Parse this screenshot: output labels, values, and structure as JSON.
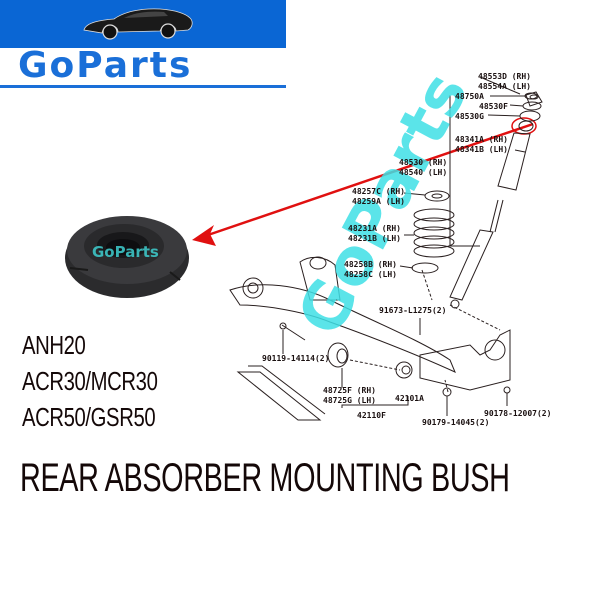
{
  "brand": {
    "name": "GoParts",
    "banner_color": "#0a66d4",
    "text_color": "#1a6fd8",
    "icon": "sports-car-icon"
  },
  "product": {
    "title": "REAR ABSORBER MOUNTING BUSH",
    "compatible_models": [
      "ANH20",
      "ACR30/MCR30",
      "ACR50/GSR50"
    ],
    "photo_watermark": "GoParts"
  },
  "diagram": {
    "watermark": "GoParts",
    "watermark_color": "#3fe0e6",
    "highlight_color": "#e01010",
    "part_labels": {
      "p48553": "48553D (RH)",
      "p48554": "48554A (LH)",
      "p48750": "48750A",
      "p48530f": "48530F",
      "p48530g": "48530G",
      "p48341a": "48341A (RH)",
      "p48341b": "48341B (LH)",
      "p48530": "48530 (RH)",
      "p48540": "48540 (LH)",
      "p48257": "48257C (RH)",
      "p48259": "48259A (LH)",
      "p48231a": "48231A (RH)",
      "p48231b": "48231B (LH)",
      "p48258b": "48258B (RH)",
      "p48258c": "48258C (LH)",
      "p91673": "91673-L1275(2)",
      "p90119": "90119-14114(2)",
      "p48725f": "48725F (RH)",
      "p48725g": "48725G (LH)",
      "p42101": "42101A",
      "p42110": "42110F",
      "p90179": "90179-14045(2)",
      "p90178": "90178-12007(2)"
    }
  }
}
